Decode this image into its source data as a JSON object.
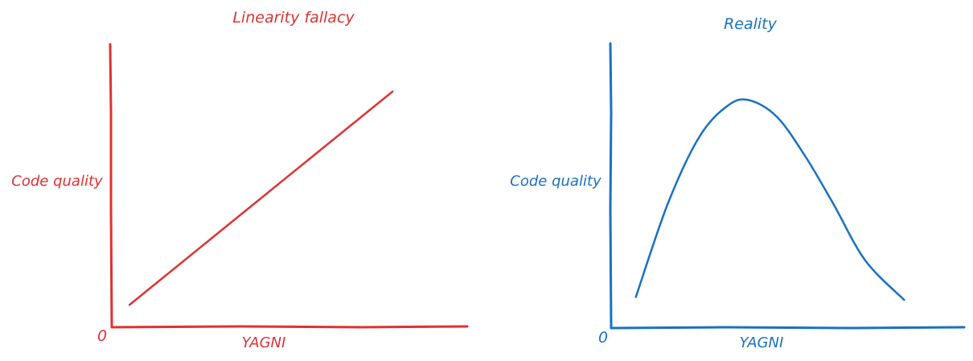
{
  "colors": {
    "left": "#e03131",
    "right": "#1971c2",
    "background": "#ffffff"
  },
  "chart_data": [
    {
      "type": "line",
      "title": "Linearity fallacy",
      "xlabel": "YAGNI",
      "ylabel": "Code quality",
      "origin_label": "0",
      "color": "#e03131",
      "xlim": [
        0,
        100
      ],
      "ylim": [
        0,
        100
      ],
      "ticks": false,
      "grid": false,
      "series": [
        {
          "x": [
            5,
            79
          ],
          "y": [
            8,
            84
          ]
        }
      ]
    },
    {
      "type": "line",
      "title": "Reality",
      "xlabel": "YAGNI",
      "ylabel": "Code quality",
      "origin_label": "0",
      "color": "#1971c2",
      "xlim": [
        0,
        100
      ],
      "ylim": [
        0,
        100
      ],
      "ticks": false,
      "grid": false,
      "series": [
        {
          "x": [
            7,
            16,
            25,
            33,
            39,
            47,
            55,
            63,
            72,
            83
          ],
          "y": [
            11,
            44,
            68,
            79,
            81,
            75,
            61,
            44,
            24,
            10
          ]
        }
      ]
    }
  ]
}
